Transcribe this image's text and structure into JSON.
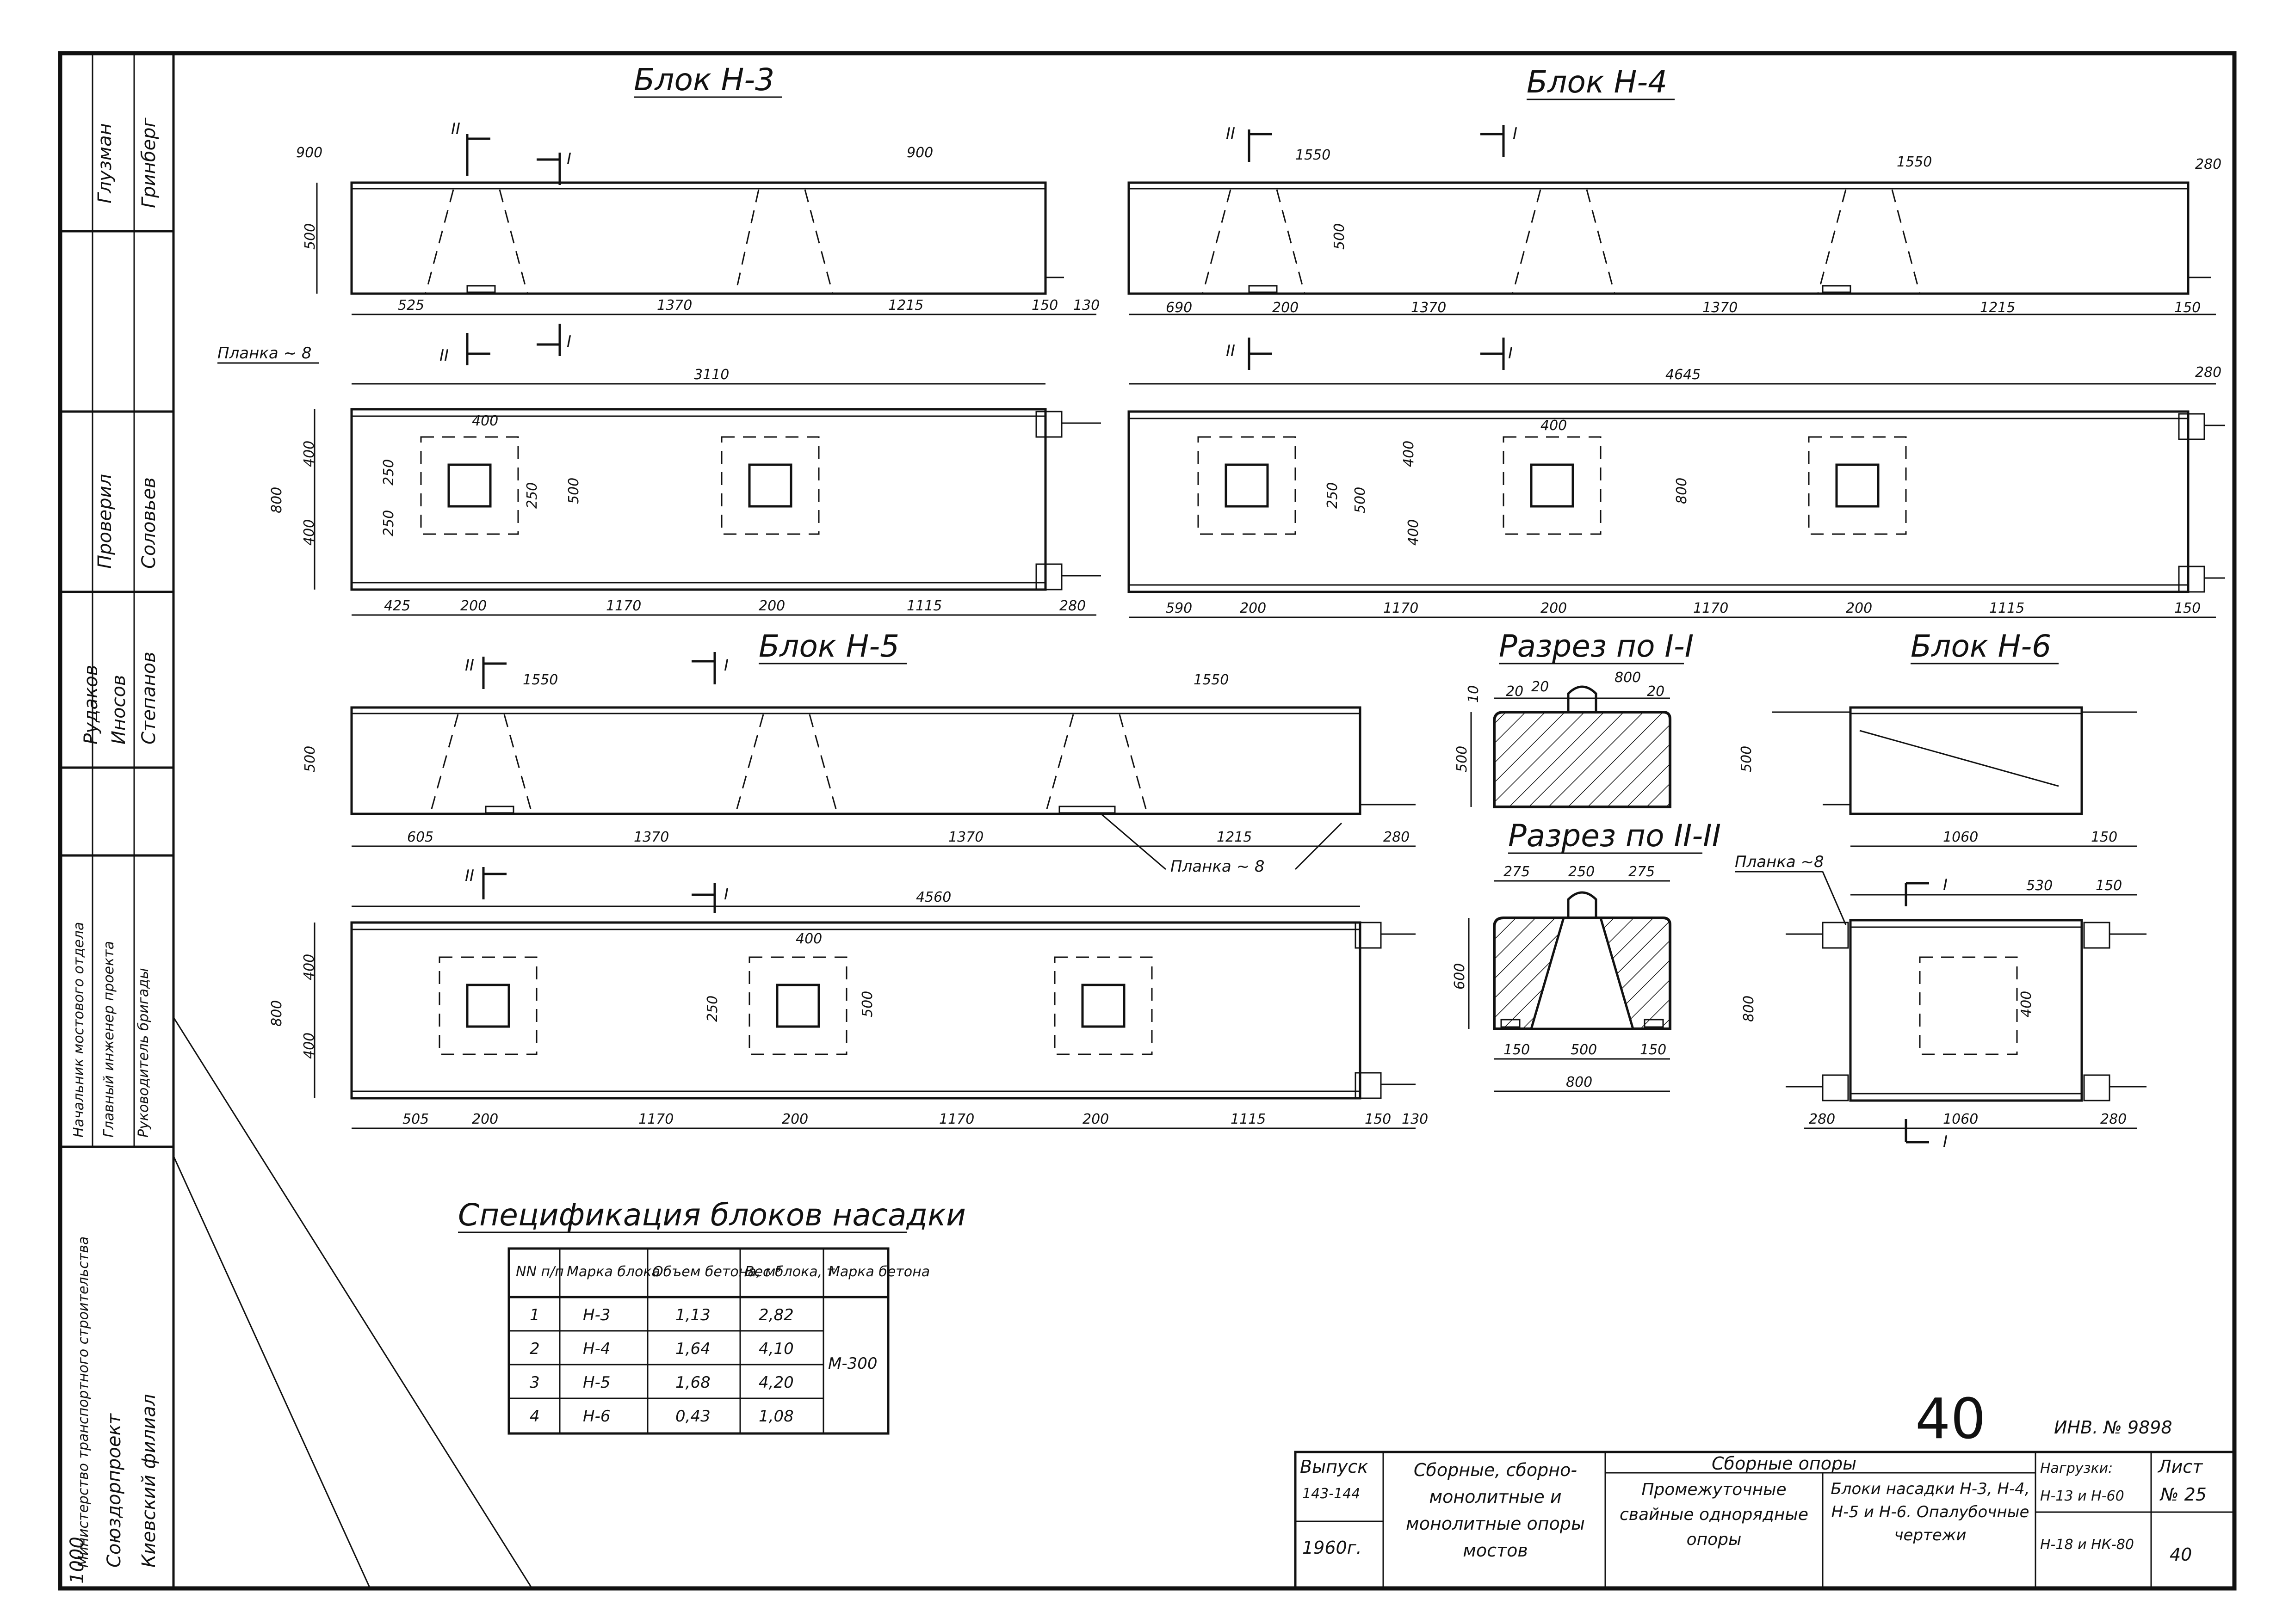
{
  "blocks": {
    "h3": {
      "title": "Блок Н-3",
      "elev_top": {
        "d1": "900",
        "d2": "900",
        "sec2": "II",
        "sec1": "I"
      },
      "elev_side": "500",
      "elev_bottom": [
        "525",
        "1370",
        "1215",
        "150",
        "130"
      ],
      "plan_top": {
        "total": "3110",
        "sec2": "II",
        "sec1": "I"
      },
      "plan_side": {
        "total": "800",
        "a": "400",
        "b": "400",
        "c": "250",
        "d": "250",
        "e": "250",
        "f": "500"
      },
      "plan_marks": {
        "m400": "400"
      },
      "plan_bottom": [
        "425",
        "200",
        "1170",
        "200",
        "1115",
        "280"
      ]
    },
    "h4": {
      "title": "Блок Н-4",
      "elev_top": {
        "d1": "1550",
        "d2": "1550",
        "d3": "280",
        "sec2": "II",
        "sec1": "I"
      },
      "elev_side": "500",
      "elev_bottom": [
        "690",
        "200",
        "1370",
        "1370",
        "1215",
        "150"
      ],
      "plan_top": {
        "total": "4645",
        "d3": "280",
        "sec2": "II",
        "sec1": "I"
      },
      "plan_side": {
        "a": "250",
        "b": "500",
        "c": "400",
        "d": "400",
        "e": "800"
      },
      "plan_marks": {
        "m400": "400"
      },
      "plan_bottom": [
        "590",
        "200",
        "1170",
        "200",
        "1170",
        "200",
        "1115",
        "150"
      ]
    },
    "h5": {
      "title": "Блок Н-5",
      "elev_top": {
        "d1": "1550",
        "d2": "1550",
        "sec2": "II",
        "sec1": "I"
      },
      "elev_side": "500",
      "elev_bottom": [
        "605",
        "1370",
        "1370",
        "1215",
        "280"
      ],
      "plank": "Планка ~ 8",
      "plan_top": {
        "total": "4560",
        "sec2": "II",
        "sec1": "I"
      },
      "plan_side": {
        "total": "800",
        "a": "400",
        "b": "400",
        "c": "250",
        "d": "500"
      },
      "plan_marks": {
        "m400": "400"
      },
      "plan_bottom": [
        "505",
        "200",
        "1170",
        "200",
        "1170",
        "200",
        "1115",
        "150",
        "130"
      ]
    },
    "h6": {
      "title": "Блок Н-6",
      "elev_side": "500",
      "elev_bottom": [
        "1060",
        "150"
      ],
      "plank": "Планка ~8",
      "plan_top": {
        "a": "530",
        "b": "150",
        "sec": "I"
      },
      "plan_side": {
        "a": "800",
        "b": "400"
      },
      "plan_bottom": [
        "280",
        "1060",
        "280"
      ],
      "sec_bottom": "I"
    }
  },
  "plank_left": "Планка ~ 8",
  "section1": {
    "title": "Разрез по I-I",
    "dims": {
      "a": "10",
      "b": "20",
      "c": "20",
      "d": "800",
      "e": "20",
      "side": "500"
    }
  },
  "section2": {
    "title": "Разрез по II-II",
    "dims": {
      "a": "275",
      "b": "250",
      "c": "275",
      "side": "600",
      "d": "150",
      "e": "500",
      "f": "150",
      "total": "800"
    }
  },
  "spec": {
    "title": "Спецификация блоков насадки",
    "headers": [
      "NN п/п",
      "Марка блока",
      "Объем бетона, м³",
      "Вес блока, т",
      "Марка бетона"
    ],
    "rows": [
      [
        "1",
        "Н-3",
        "1,13",
        "2,82"
      ],
      [
        "2",
        "Н-4",
        "1,64",
        "4,10"
      ],
      [
        "3",
        "Н-5",
        "1,68",
        "4,20"
      ],
      [
        "4",
        "Н-6",
        "0,43",
        "1,08"
      ]
    ],
    "concrete": "М-300"
  },
  "sidebar": {
    "names1": [
      "Глузман",
      "Гринберг"
    ],
    "names2": [
      "Проверил",
      "Соловьев"
    ],
    "names3": [
      "Рудаков",
      "Иносов",
      "Степанов"
    ],
    "roles": [
      "Начальник мостового отдела",
      "Главный инженер проекта",
      "Руководитель бригады"
    ],
    "org": [
      "Министерство транспортного строительства",
      "Союздорпроект",
      "Киевский филиал"
    ],
    "num": "1000"
  },
  "titleblock": {
    "vypusk_label": "Выпуск",
    "vypusk_val": "143-144",
    "year": "1960г.",
    "series": "Сборные, сборно-монолитные и монолитные опоры мостов",
    "header": "Сборные опоры",
    "col2": "Промежуточные свайные однорядные опоры",
    "col3": "Блоки насадки Н-3, Н-4, Н-5 и Н-6. Опалубочные чертежи",
    "load_label": "Нагрузки:",
    "load1": "Н-13 и Н-60",
    "load2": "Н-18 и НК-80",
    "list_label": "Лист",
    "list_num": "№ 25",
    "page": "40"
  },
  "big_number": "40",
  "inv": "ИНВ. № 9898"
}
